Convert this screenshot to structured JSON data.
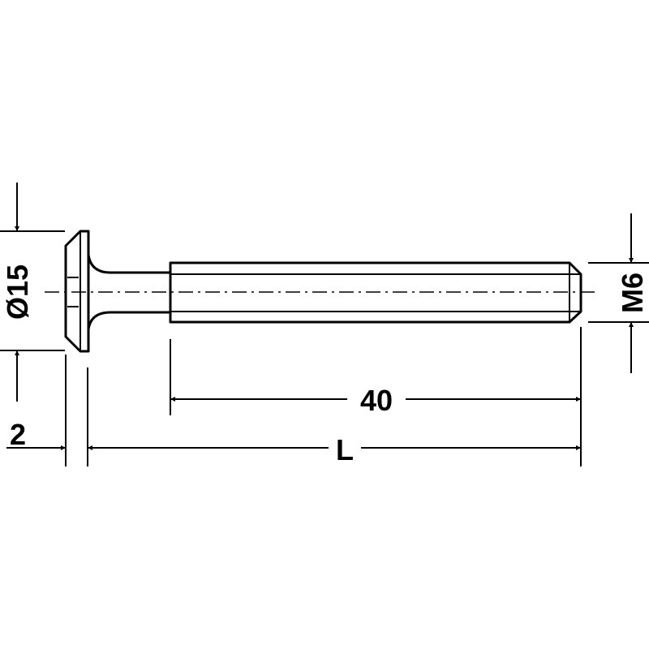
{
  "dimensions": {
    "head_diameter": "Ø15",
    "thread": "M6",
    "thread_length": "40",
    "total_length": "L",
    "head_height": "2"
  },
  "colors": {
    "line": "#000000",
    "background": "#ffffff"
  }
}
